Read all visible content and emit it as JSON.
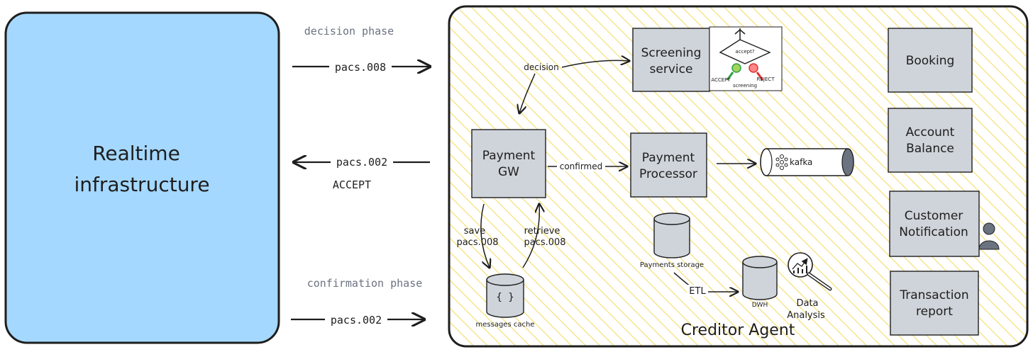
{
  "realtime_box": {
    "label_line1": "Realtime",
    "label_line2": "infrastructure",
    "fill": "#a5d8ff"
  },
  "phases": {
    "decision": "decision phase",
    "confirmation": "confirmation phase"
  },
  "flows": {
    "pacs008_in": "pacs.008",
    "pacs002_out": "pacs.002",
    "accept": "ACCEPT",
    "pacs002_in": "pacs.002"
  },
  "creditor_agent": {
    "title": "Creditor Agent",
    "hatch_color": "#f5e07a"
  },
  "boxes": {
    "screening_line1": "Screening",
    "screening_line2": "service",
    "payment_gw_line1": "Payment",
    "payment_gw_line2": "GW",
    "payment_processor_line1": "Payment",
    "payment_processor_line2": "Processor",
    "booking": "Booking",
    "account_balance_line1": "Account",
    "account_balance_line2": "Balance",
    "customer_notification_line1": "Customer",
    "customer_notification_line2": "Notification",
    "transaction_report_line1": "Transaction",
    "transaction_report_line2": "report"
  },
  "internal_labels": {
    "decision": "decision",
    "confirmed": "confirmed",
    "save_line1": "save",
    "save_line2": "pacs.008",
    "retrieve_line1": "retrieve",
    "retrieve_line2": "pacs.008",
    "etl": "ETL"
  },
  "storage": {
    "messages_cache": "messages cache",
    "messages_cache_glyph": "{ }",
    "payments_storage": "Payments storage",
    "dwh": "DWH",
    "data_analysis_line1": "Data",
    "data_analysis_line2": "Analysis",
    "kafka": "kafka"
  },
  "screening_graphic": {
    "question": "accept?",
    "accept": "ACCEPT",
    "reject": "REJECT",
    "caption": "screening"
  }
}
